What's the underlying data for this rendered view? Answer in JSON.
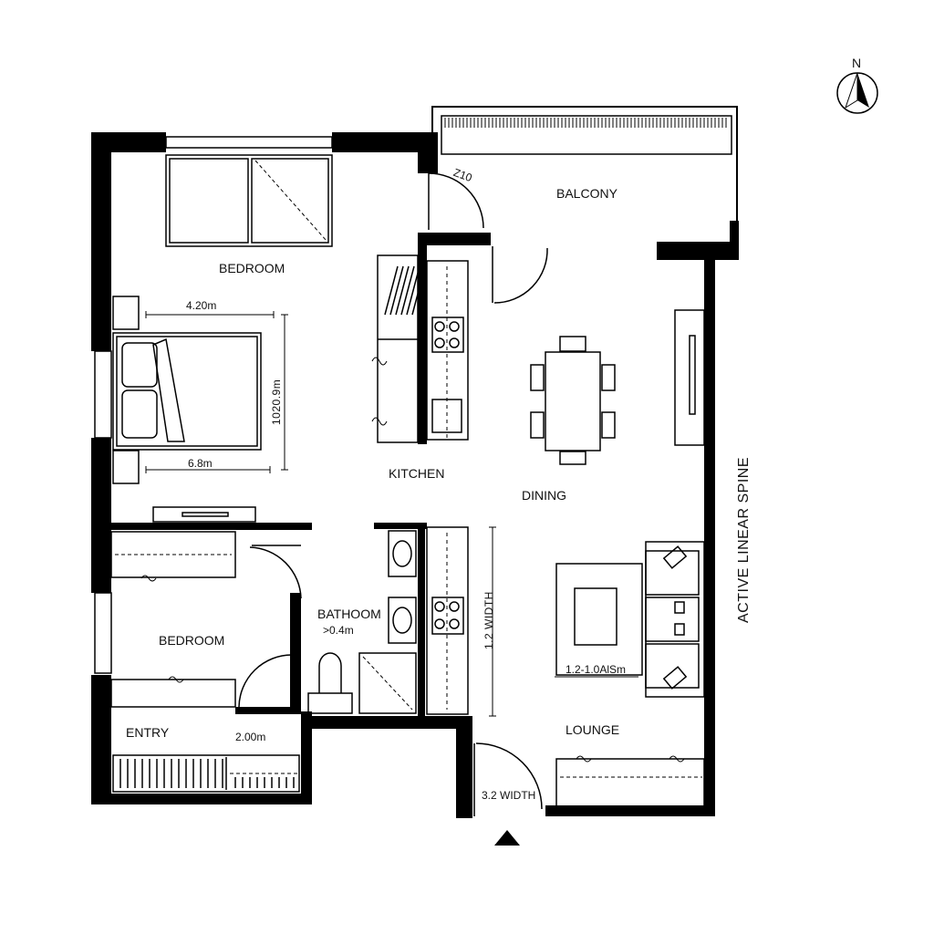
{
  "compass": {
    "label": "N"
  },
  "rooms": {
    "balcony": "BALCONY",
    "bedroom1": "BEDROOM",
    "kitchen": "KITCHEN",
    "dining": "DINING",
    "bathroom": "BATHOOM",
    "bedroom2": "BEDROOM",
    "entry": "ENTRY",
    "lounge": "LOUNGE"
  },
  "dimensions": {
    "door_balcony": "Z10",
    "bed_width": "4.20m",
    "bed_length": "1020.9m",
    "bed_bottom": "6.8m",
    "bath_width": ">0.4m",
    "entry_width": "2.00m",
    "kitchen_run": "1.2 WIDTH",
    "sofa_span": "1.2-1.0AlSm",
    "entry_door": "3.2 WIDTH"
  },
  "side_label": "ACTIVE LINEAR SPINE"
}
